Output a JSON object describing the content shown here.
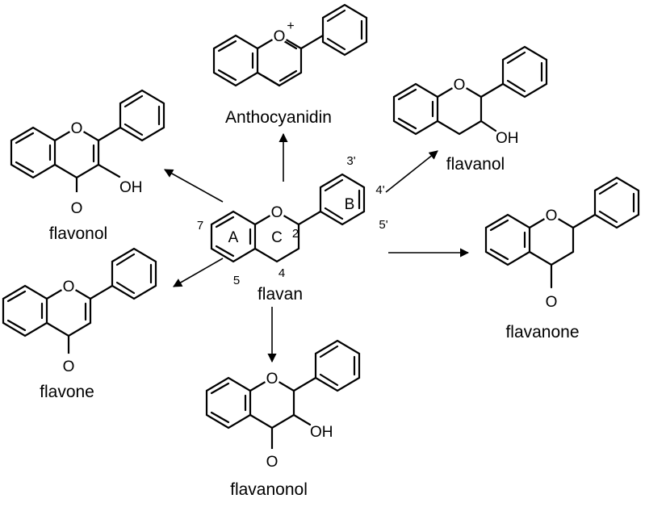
{
  "names": {
    "anthocyanidin": "Anthocyanidin",
    "flavanol": "flavanol",
    "flavonol": "flavonol",
    "flavan": "flavan",
    "flavanone": "flavanone",
    "flavone": "flavone",
    "flavanonol": "flavanonol"
  },
  "atoms": {
    "oxygen": "O",
    "oxygen_plus": "+",
    "hydroxyl": "OH"
  },
  "flavan_labels": {
    "ring_a": "A",
    "ring_b": "B",
    "ring_c": "C",
    "pos_2": "2",
    "pos_3p": "3'",
    "pos_4": "4",
    "pos_4p": "4'",
    "pos_5": "5",
    "pos_5p": "5'",
    "pos_7": "7"
  }
}
